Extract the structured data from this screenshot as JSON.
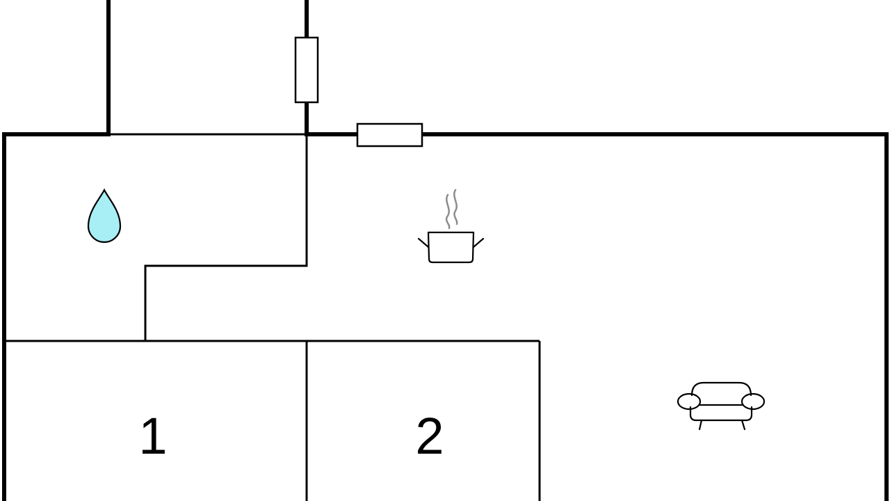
{
  "floorplan": {
    "rooms": [
      {
        "id": "bedroom-1",
        "label": "1"
      },
      {
        "id": "bedroom-2",
        "label": "2"
      }
    ],
    "icons": [
      {
        "room": "bathroom",
        "icon": "water-drop-icon",
        "color": "#a8eef5"
      },
      {
        "room": "kitchen",
        "icon": "cooking-pot-icon",
        "steam_color": "#8c8c8c"
      },
      {
        "room": "living-room",
        "icon": "sofa-icon"
      }
    ]
  }
}
